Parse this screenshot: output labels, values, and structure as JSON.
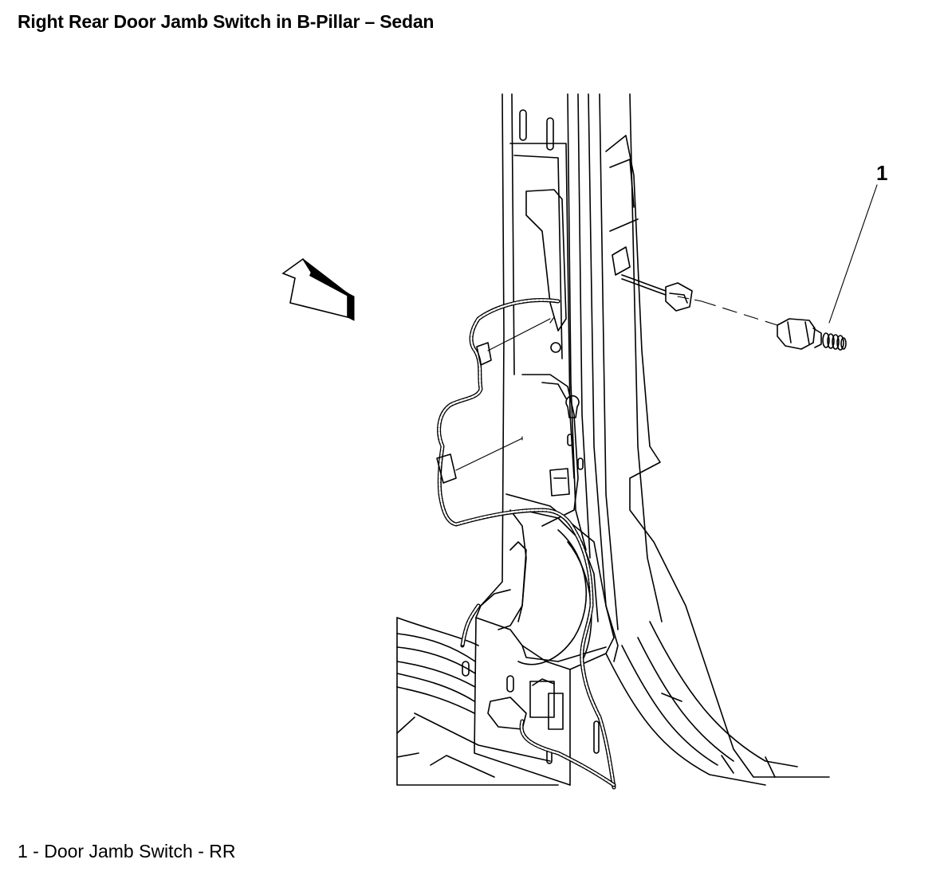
{
  "title": "Right Rear Door Jamb Switch in B-Pillar – Sedan",
  "callout": {
    "number": "1"
  },
  "legend": [
    {
      "text": "1 - Door Jamb Switch - RR"
    }
  ],
  "icons": [
    "direction-arrow-icon",
    "door-jamb-switch-icon"
  ]
}
